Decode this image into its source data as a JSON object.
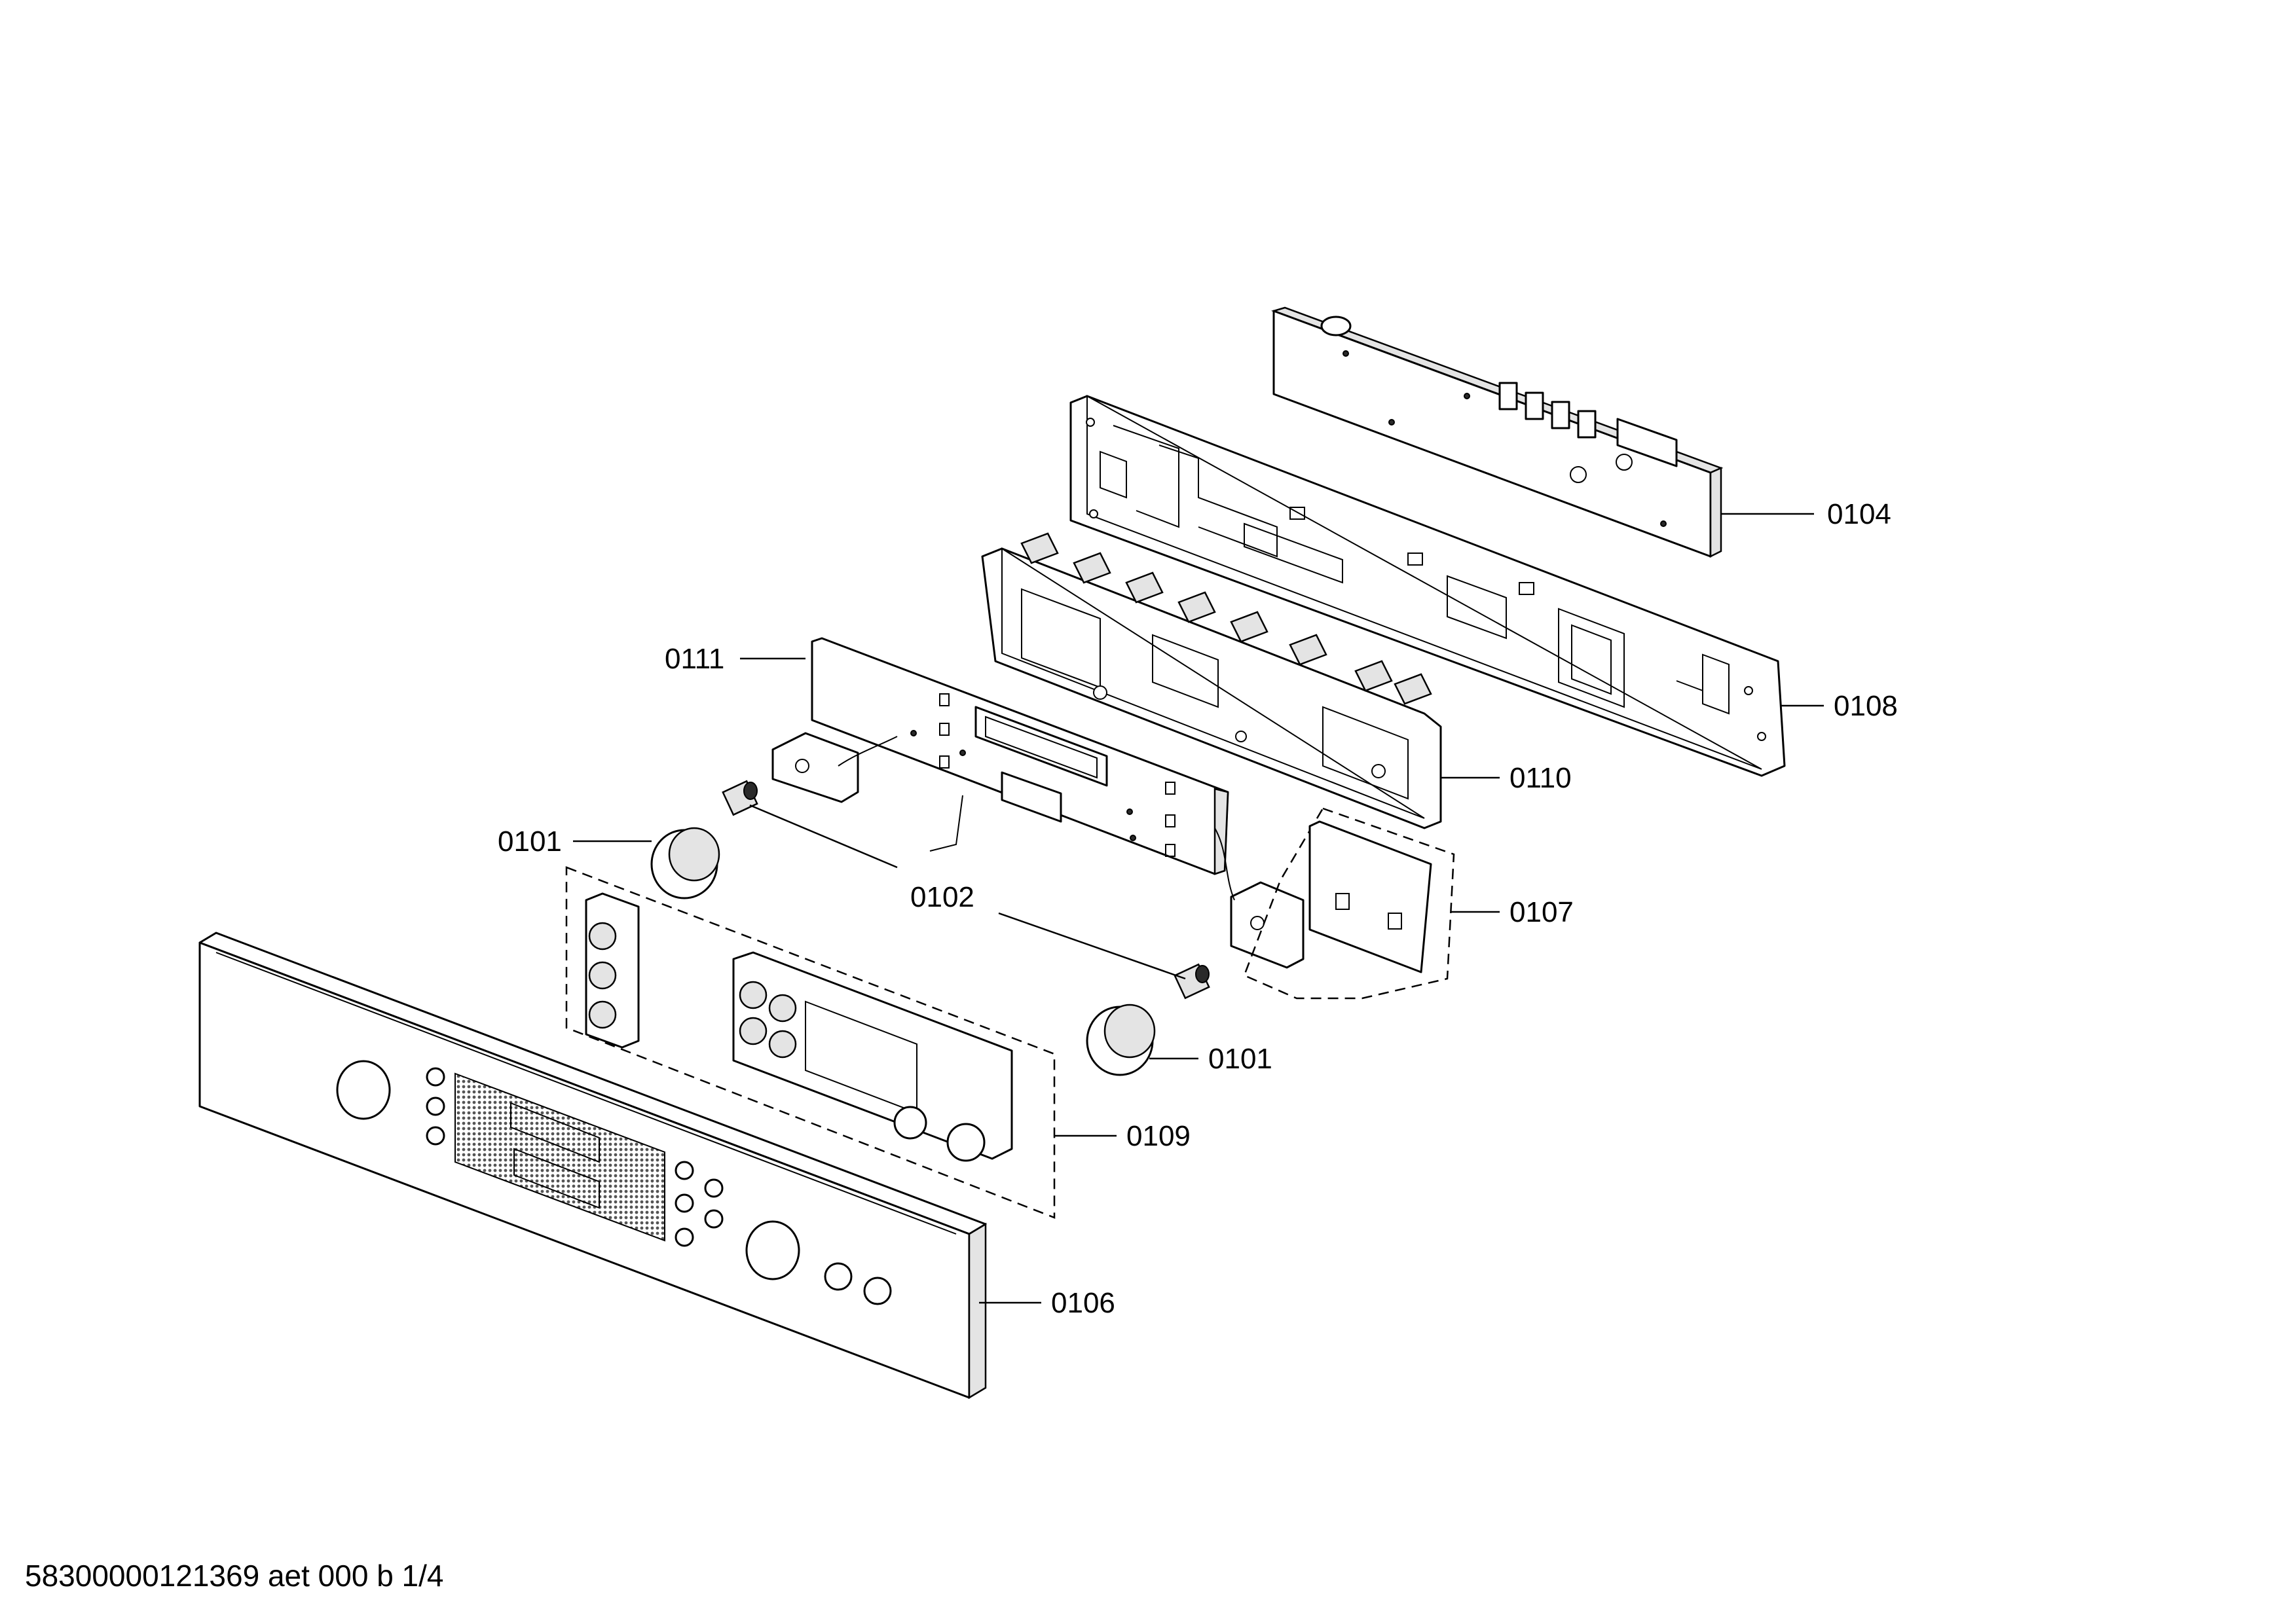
{
  "document_id": "58300000121369 aet 000 b 1/4",
  "callouts": {
    "p0104": "0104",
    "p0108": "0108",
    "p0111": "0111",
    "p0110": "0110",
    "p0101a": "0101",
    "p0102": "0102",
    "p0107": "0107",
    "p0101b": "0101",
    "p0109": "0109",
    "p0106": "0106"
  }
}
